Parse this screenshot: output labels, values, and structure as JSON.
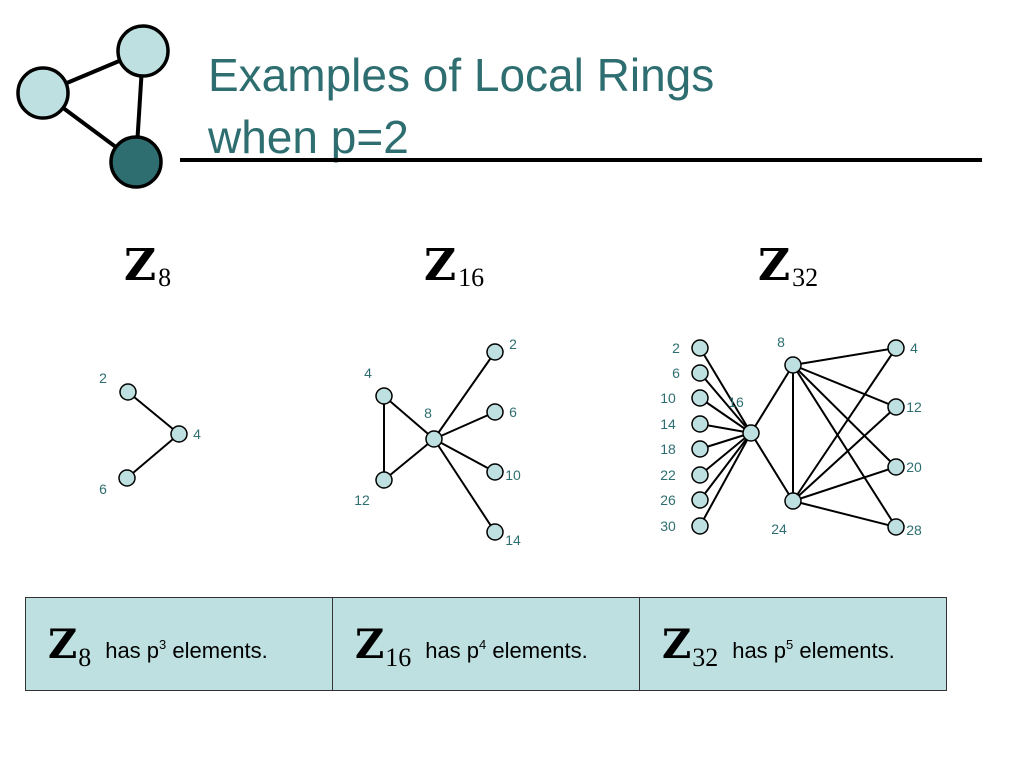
{
  "title": {
    "line1": "Examples of Local Rings",
    "line2": "when p=2"
  },
  "rings": [
    {
      "symbol": "Z",
      "subscript": "8"
    },
    {
      "symbol": "Z",
      "subscript": "16"
    },
    {
      "symbol": "Z",
      "subscript": "32"
    }
  ],
  "graphs": [
    {
      "ring": "Z8",
      "nodes": [
        "2",
        "4",
        "6"
      ],
      "edges": [
        [
          "2",
          "4"
        ],
        [
          "6",
          "4"
        ]
      ]
    },
    {
      "ring": "Z16",
      "nodes": [
        "2",
        "4",
        "6",
        "8",
        "10",
        "12",
        "14"
      ],
      "edges": [
        [
          "4",
          "8"
        ],
        [
          "4",
          "12"
        ],
        [
          "12",
          "8"
        ],
        [
          "2",
          "8"
        ],
        [
          "6",
          "8"
        ],
        [
          "10",
          "8"
        ],
        [
          "14",
          "8"
        ]
      ]
    },
    {
      "ring": "Z32",
      "nodes": [
        "2",
        "4",
        "6",
        "8",
        "10",
        "12",
        "14",
        "16",
        "18",
        "20",
        "22",
        "24",
        "26",
        "28",
        "30"
      ],
      "edges": [
        [
          "2",
          "16"
        ],
        [
          "6",
          "16"
        ],
        [
          "10",
          "16"
        ],
        [
          "14",
          "16"
        ],
        [
          "18",
          "16"
        ],
        [
          "22",
          "16"
        ],
        [
          "26",
          "16"
        ],
        [
          "30",
          "16"
        ],
        [
          "16",
          "8"
        ],
        [
          "16",
          "24"
        ],
        [
          "8",
          "4"
        ],
        [
          "8",
          "12"
        ],
        [
          "8",
          "20"
        ],
        [
          "8",
          "28"
        ],
        [
          "24",
          "4"
        ],
        [
          "24",
          "12"
        ],
        [
          "24",
          "20"
        ],
        [
          "24",
          "28"
        ],
        [
          "8",
          "24"
        ]
      ]
    }
  ],
  "summary": [
    {
      "symbol": "Z",
      "subscript": "8",
      "text_before": "has p",
      "exponent": "3",
      "text_after": " elements."
    },
    {
      "symbol": "Z",
      "subscript": "16",
      "text_before": "has p",
      "exponent": "4",
      "text_after": " elements."
    },
    {
      "symbol": "Z",
      "subscript": "32",
      "text_before": "has p",
      "exponent": "5",
      "text_after": " elements."
    }
  ],
  "colors": {
    "accent": "#2e6e70",
    "node_fill": "#bfe0e0",
    "logo_dark": "#2e6e70"
  }
}
